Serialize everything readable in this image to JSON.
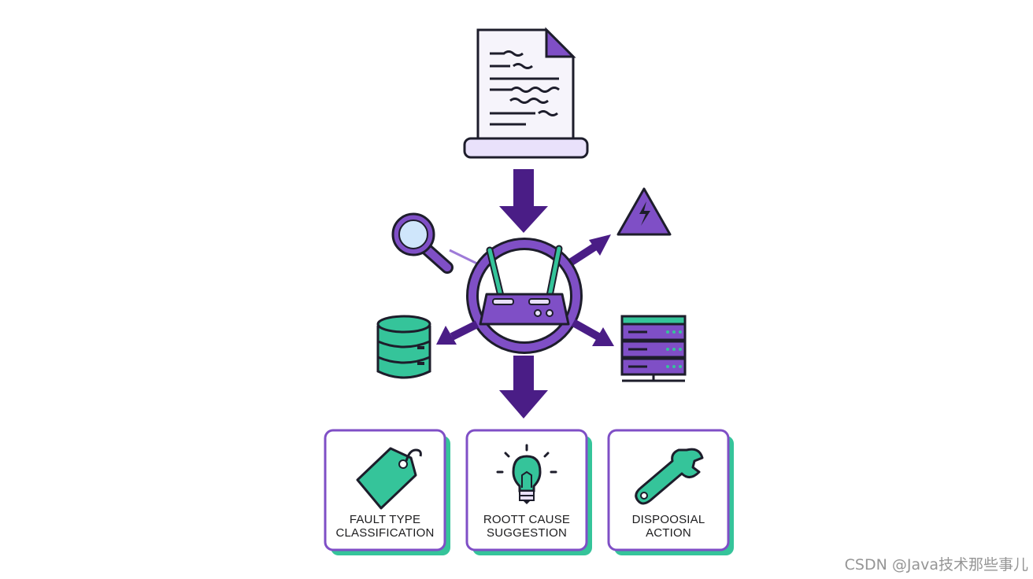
{
  "cards": [
    {
      "icon": "tag-icon",
      "line1": "FAULT TYPE",
      "line2": "CLASSIFICATION"
    },
    {
      "icon": "lightbulb-icon",
      "line1": "ROOTT CAUSE",
      "line2": "SUGGESTION"
    },
    {
      "icon": "wrench-icon",
      "line1": "DISPOOSIAL",
      "line2": "ACTION"
    }
  ],
  "watermark": "CSDN @Java技术那些事儿",
  "colors": {
    "purple_dark": "#4a1d86",
    "purple": "#7f4fc6",
    "purple_light": "#e9e1fb",
    "teal": "#35c49a",
    "outline": "#1d1d2b"
  },
  "icons": {
    "top": "log-document-icon",
    "center": "router-icon",
    "search": "magnifier-icon",
    "warning": "warning-icon",
    "left": "database-icon",
    "right": "server-rack-icon"
  }
}
